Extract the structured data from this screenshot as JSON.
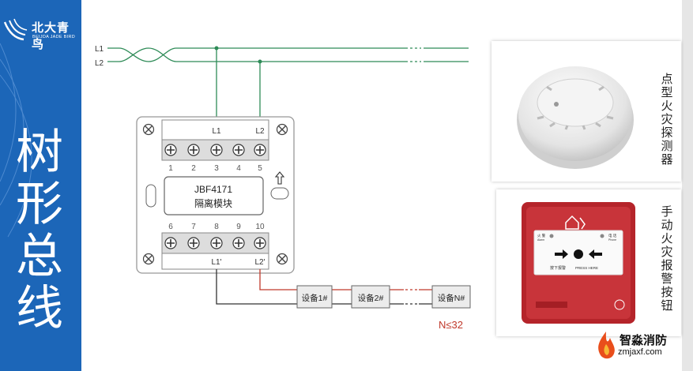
{
  "logo": {
    "cn": "北大青鸟",
    "en": "BEIJDA JADE BIRD"
  },
  "title_chars": [
    "树",
    "形",
    "总",
    "线"
  ],
  "wires": {
    "l1": "L1",
    "l2": "L2"
  },
  "module": {
    "name": "JBF4171",
    "subtitle": "隔离模块",
    "top_bus": [
      "L1",
      "L2"
    ],
    "top_terminals": [
      "1",
      "2",
      "3",
      "4",
      "5"
    ],
    "bottom_terminals": [
      "6",
      "7",
      "8",
      "9",
      "10"
    ],
    "bottom_bus": [
      "L1'",
      "L2'"
    ]
  },
  "devices": [
    "设备1#",
    "设备2#",
    "设备N#"
  ],
  "device_limit": "N≤32",
  "products": [
    {
      "chars": [
        "点",
        "型",
        "火",
        "灾",
        "探",
        "测",
        "器"
      ]
    },
    {
      "chars": [
        "手",
        "动",
        "火",
        "灾",
        "报",
        "警",
        "按",
        "钮"
      ]
    }
  ],
  "button_panel": {
    "tl": "火 警",
    "tl_en": "Alarm",
    "tr": "电 话",
    "tr_en": "Phone",
    "bl": "按下报警",
    "br": "PRESS HERE"
  },
  "watermark": {
    "cn": "智淼消防",
    "url": "zmjaxf.com"
  },
  "colors": {
    "sidebar": "#1c66b8",
    "wire_green": "#2e8b57",
    "wire_red": "#c0392b",
    "wire_dark": "#333333"
  }
}
